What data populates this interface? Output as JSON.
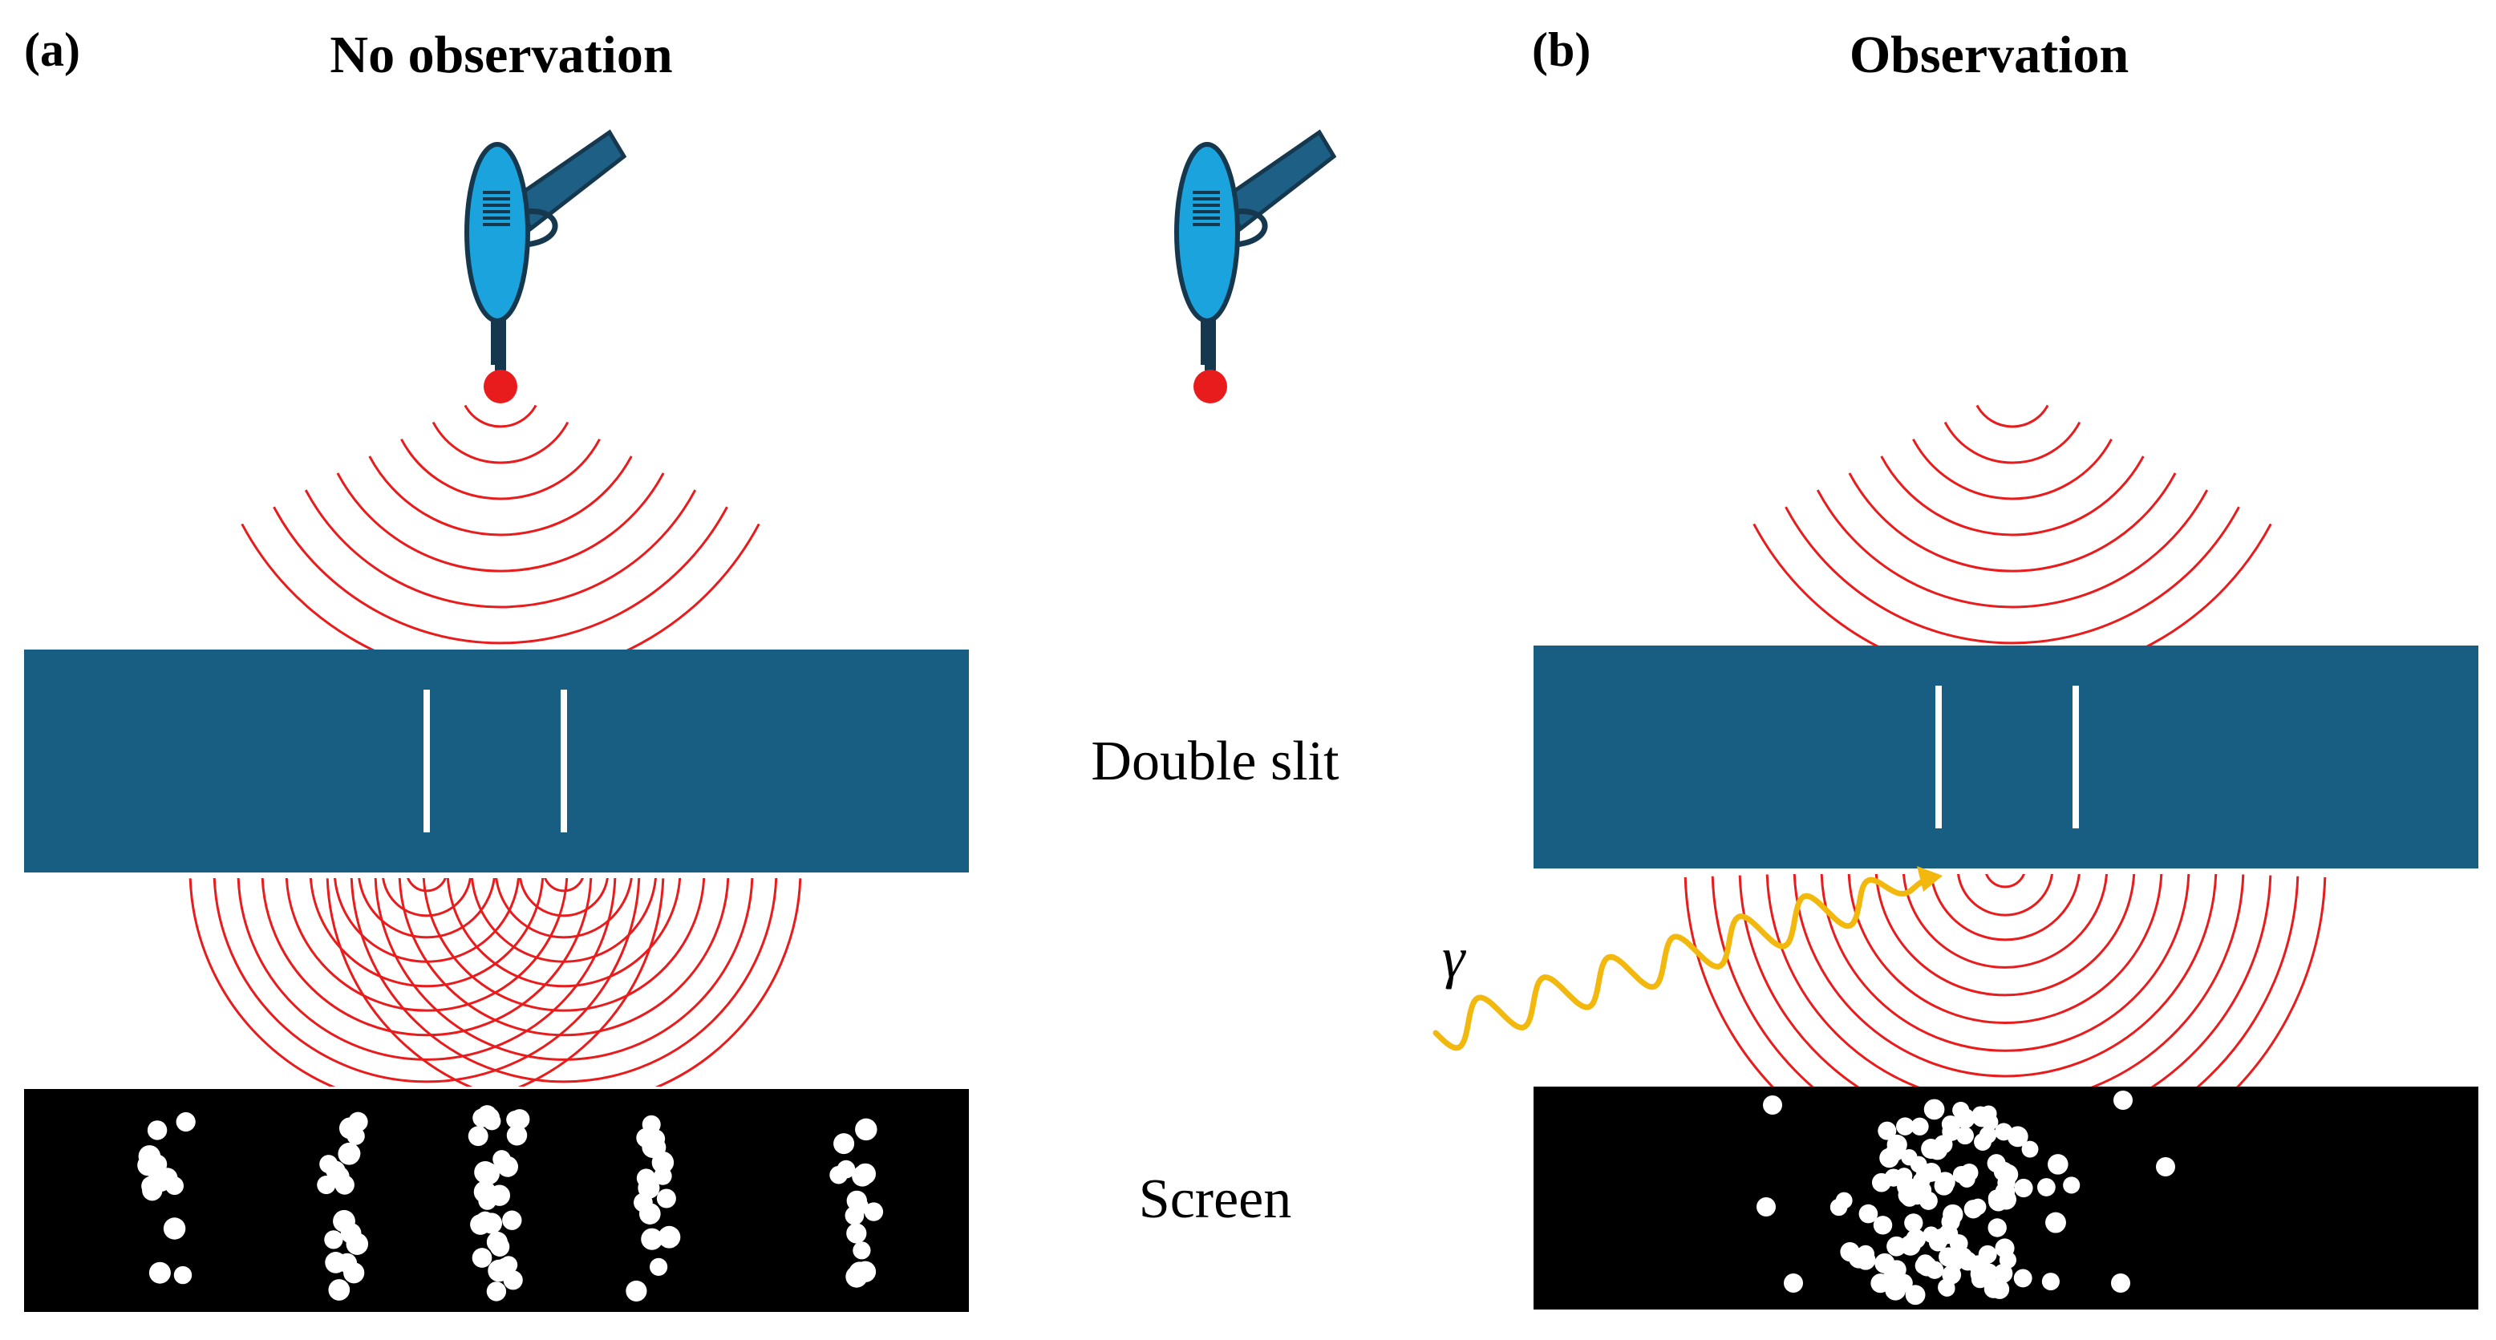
{
  "panels": [
    {
      "tag": "(a)",
      "title": "No observation",
      "pattern": "interference"
    },
    {
      "tag": "(b)",
      "title": "Observation",
      "pattern": "particle"
    }
  ],
  "labels": {
    "double_slit": "Double slit",
    "screen": "Screen",
    "photon": "γ"
  },
  "colors": {
    "barrier": "#175e82",
    "screen": "#000000",
    "wave": "#e81c1c",
    "source_dot": "#e81c1c",
    "gun_body": "#1aa3dd",
    "gun_outline": "#15384f",
    "gun_handle": "#1d5f85",
    "photon": "#f2b80d",
    "hit": "#ffffff"
  },
  "icons": [
    "electron-gun-icon",
    "photon-wave-icon"
  ]
}
